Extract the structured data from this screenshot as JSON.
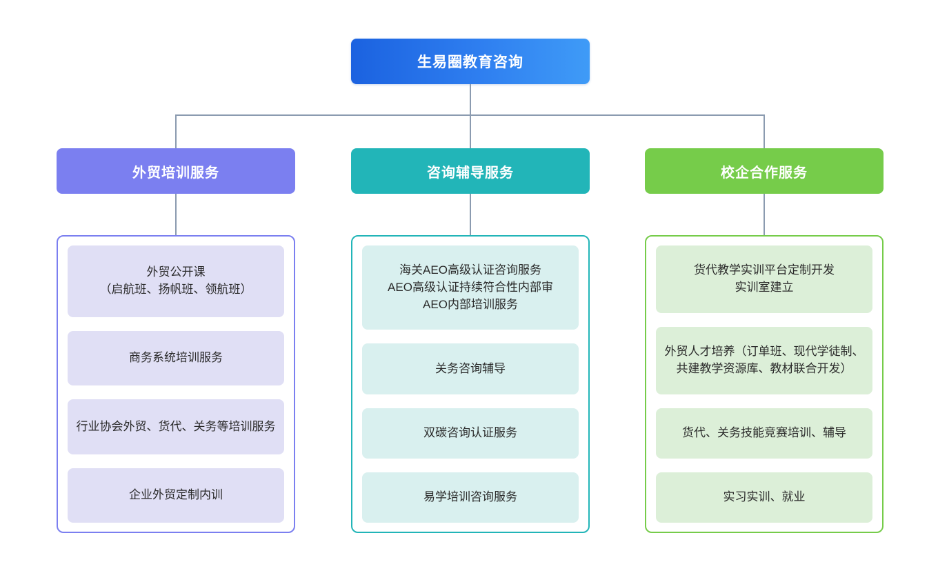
{
  "chart_data": {
    "type": "diagram",
    "diagram_type": "organizational-tree",
    "title": "生易圈教育咨询",
    "levels": 3
  },
  "root": {
    "label": "生易圈教育咨询",
    "color": "#2f7ff0",
    "gradient_from": "#1b62e0",
    "gradient_to": "#3f9bf7"
  },
  "columns": [
    {
      "id": "waimao-peixun",
      "header": "外贸培训服务",
      "header_color": "#7b7ff0",
      "card_color": "#e0dff5",
      "border_color": "#7b7ff0",
      "items": [
        "外贸公开课\n（启航班、扬帆班、领航班）",
        "商务系统培训服务",
        "行业协会外贸、货代、关务等培训服务",
        "企业外贸定制内训"
      ]
    },
    {
      "id": "zixun-fudao",
      "header": "咨询辅导服务",
      "header_color": "#22b5b8",
      "card_color": "#d9f0ef",
      "border_color": "#22b5b8",
      "items": [
        "海关AEO高级认证咨询服务\nAEO高级认证持续符合性内部审\nAEO内部培训服务",
        "关务咨询辅导",
        "双碳咨询认证服务",
        "易学培训咨询服务"
      ]
    },
    {
      "id": "xiaoqi-hezuo",
      "header": "校企合作服务",
      "header_color": "#76cc4a",
      "card_color": "#dcefd8",
      "border_color": "#76cc4a",
      "items": [
        "货代教学实训平台定制开发\n实训室建立",
        "外贸人才培养（订单班、现代学徒制、共建教学资源库、教材联合开发）",
        "货代、关务技能竞赛培训、辅导",
        "实习实训、就业"
      ]
    }
  ],
  "connectors": {
    "color": "#8b9bb0"
  }
}
